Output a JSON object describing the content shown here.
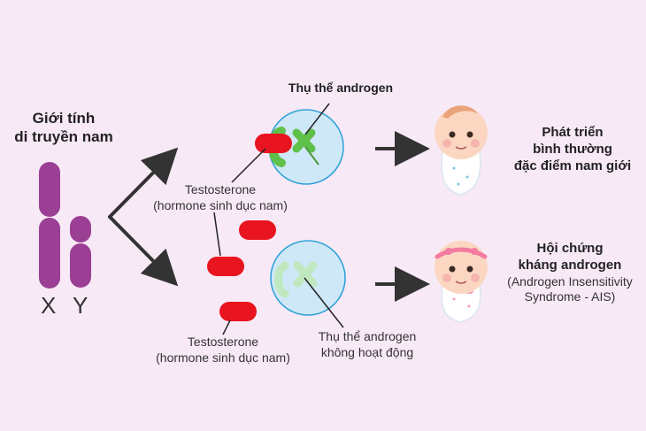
{
  "left": {
    "title_line1": "Giới tính",
    "title_line2": "di truyền nam",
    "chromosome_x": "X",
    "chromosome_y": "Y"
  },
  "top_path": {
    "receptor_label": "Thụ thể androgen",
    "testosterone_line1": "Testosterone",
    "testosterone_line2": "(hormone sinh dục nam)",
    "outcome_line1": "Phát triển",
    "outcome_line2": "bình thường",
    "outcome_line3": "đặc điểm nam giới"
  },
  "bottom_path": {
    "testosterone_line1": "Testosterone",
    "testosterone_line2": "(hormone sinh dục nam)",
    "receptor_line1": "Thụ thể androgen",
    "receptor_line2": "không hoạt động",
    "outcome_line1": "Hội chứng",
    "outcome_line2": "kháng androgen",
    "outcome_line3": "(Androgen Insensitivity",
    "outcome_line4": "Syndrome - AIS)"
  },
  "colors": {
    "background": "#f8e9f6",
    "chromosome": "#9b3f94",
    "hormone": "#e8141f",
    "receptor_active": "#5fc04a",
    "receptor_inactive": "#bfe8c0",
    "cell": "#cfe8f7",
    "cell_border": "#2aa0d8",
    "arrow": "#333333"
  },
  "icons": [
    "baby-boy-icon",
    "baby-girl-icon"
  ]
}
